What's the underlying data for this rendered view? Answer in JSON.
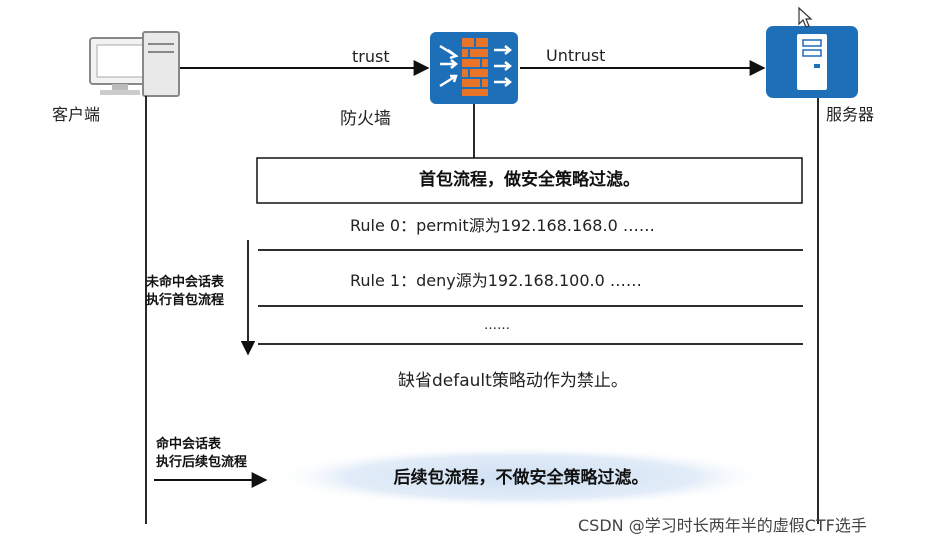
{
  "nodes": {
    "client_label": "客户端",
    "firewall_label": "防火墙",
    "server_label": "服务器"
  },
  "links": {
    "trust_label": "trust",
    "untrust_label": "Untrust"
  },
  "first_packet": {
    "box_text": "首包流程，做安全策略过滤。",
    "miss_label_line1": "未命中会话表",
    "miss_label_line2": "执行首包流程"
  },
  "rules": [
    {
      "text": "Rule 0：permit源为192.168.168.0 ……"
    },
    {
      "text": "Rule 1：deny源为192.168.100.0  ……"
    },
    {
      "text": "……"
    }
  ],
  "default_action": "缺省default策略动作为禁止。",
  "subsequent": {
    "hit_label_line1": "命中会话表",
    "hit_label_line2": "执行后续包流程",
    "ellipse_text": "后续包流程，不做安全策略过滤。"
  },
  "watermark": "CSDN @学习时长两年半的虚假CTF选手",
  "colors": {
    "device_blue": "#1d6fb8",
    "firewall_brick": "#e8742a",
    "ellipse_fill": "#dfeaf6",
    "line": "#111111"
  }
}
